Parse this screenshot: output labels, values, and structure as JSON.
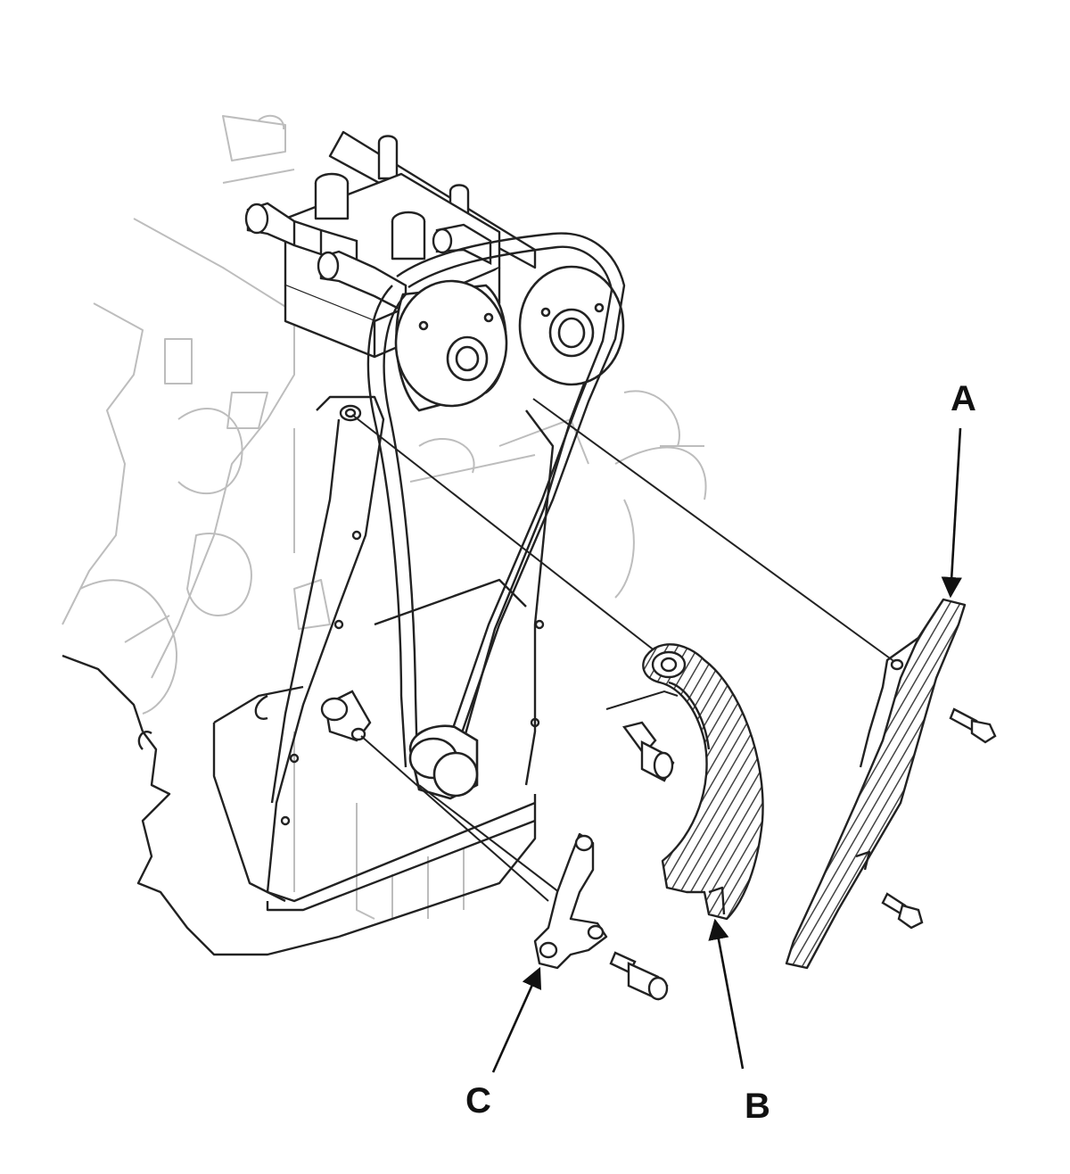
{
  "callouts": {
    "a": "A",
    "b": "B",
    "c": "C"
  },
  "colors": {
    "line": "#222222",
    "ghost": "#bdbdbd",
    "background": "#ffffff"
  }
}
